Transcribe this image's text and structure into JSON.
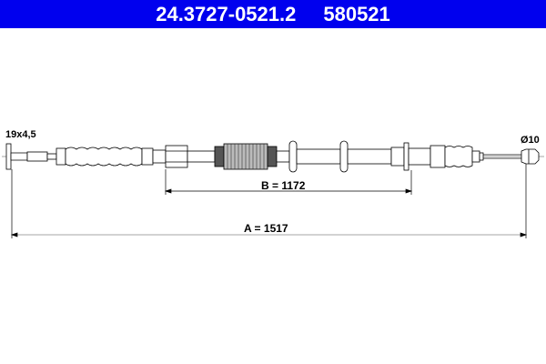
{
  "header": {
    "part_number": "24.3727-0521.2",
    "ref_number": "580521",
    "background": "#0000ee"
  },
  "diagram": {
    "type": "brake cable technical drawing",
    "left_end_label": "19x4,5",
    "right_end_label": "Ø10",
    "dimension_b": "B = 1172",
    "dimension_a": "A = 1517"
  }
}
